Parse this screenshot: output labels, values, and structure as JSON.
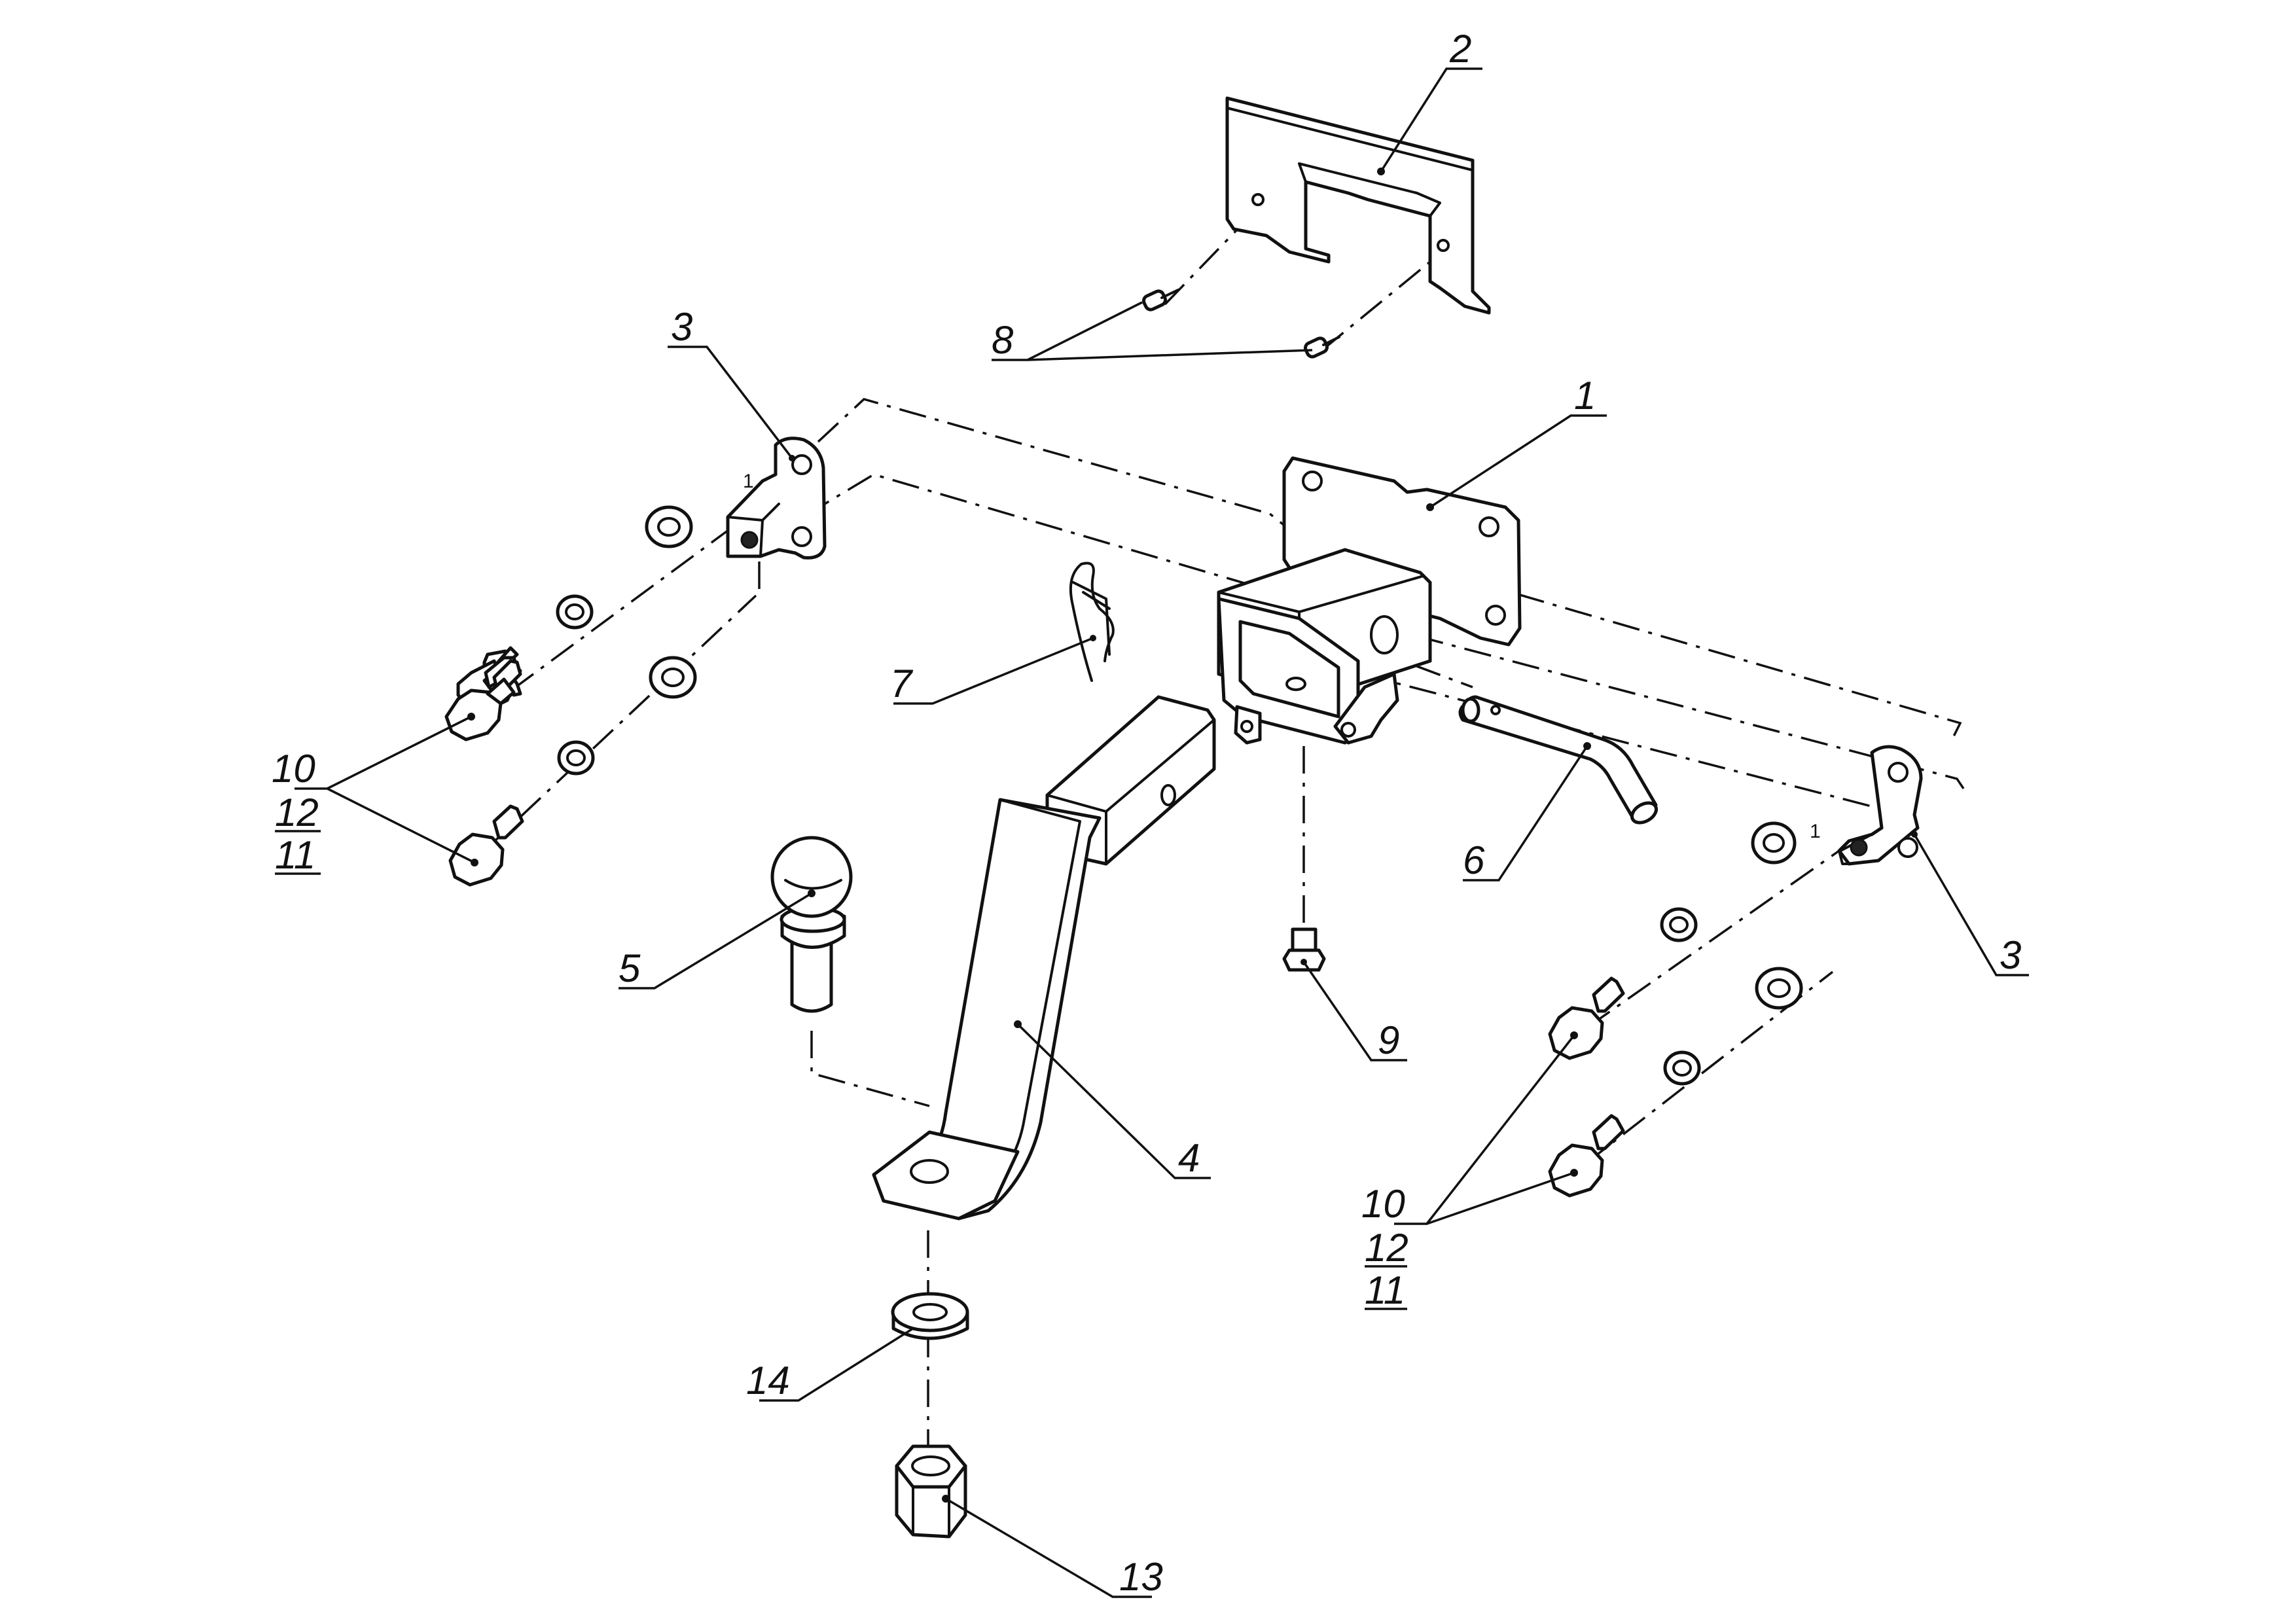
{
  "diagram": {
    "callouts": {
      "c1": "1",
      "c2": "2",
      "c3_left": "3",
      "c3_right": "3",
      "c4": "4",
      "c5": "5",
      "c6": "6",
      "c7": "7",
      "c8": "8",
      "c9": "9",
      "c10_left": "10",
      "c12_left": "12",
      "c11_left": "11",
      "c10_right": "10",
      "c12_right": "12",
      "c11_right": "11",
      "c13": "13",
      "c14": "14"
    },
    "bracket_marks": {
      "left": "1",
      "right": "1"
    }
  }
}
